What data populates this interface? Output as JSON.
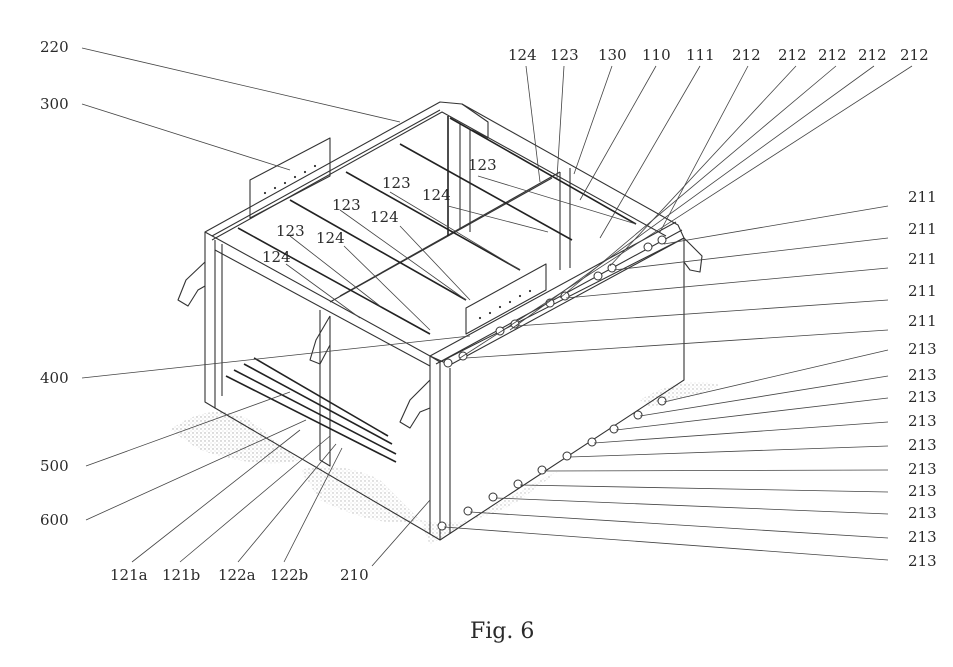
{
  "figure": {
    "caption": "Fig. 6"
  },
  "labels": {
    "l220": "220",
    "l300": "300",
    "l400": "400",
    "l500": "500",
    "l600": "600",
    "top": [
      "124",
      "123",
      "130",
      "110",
      "111",
      "212",
      "212",
      "212",
      "212",
      "212"
    ],
    "inner": [
      "123",
      "124",
      "123",
      "124",
      "123",
      "124",
      "123",
      "124"
    ],
    "right211": [
      "211",
      "211",
      "211",
      "211",
      "211"
    ],
    "right213": [
      "213",
      "213",
      "213",
      "213",
      "213",
      "213",
      "213",
      "213",
      "213",
      "213"
    ],
    "bottom": [
      "121a",
      "121b",
      "122a",
      "122b",
      "210"
    ]
  }
}
